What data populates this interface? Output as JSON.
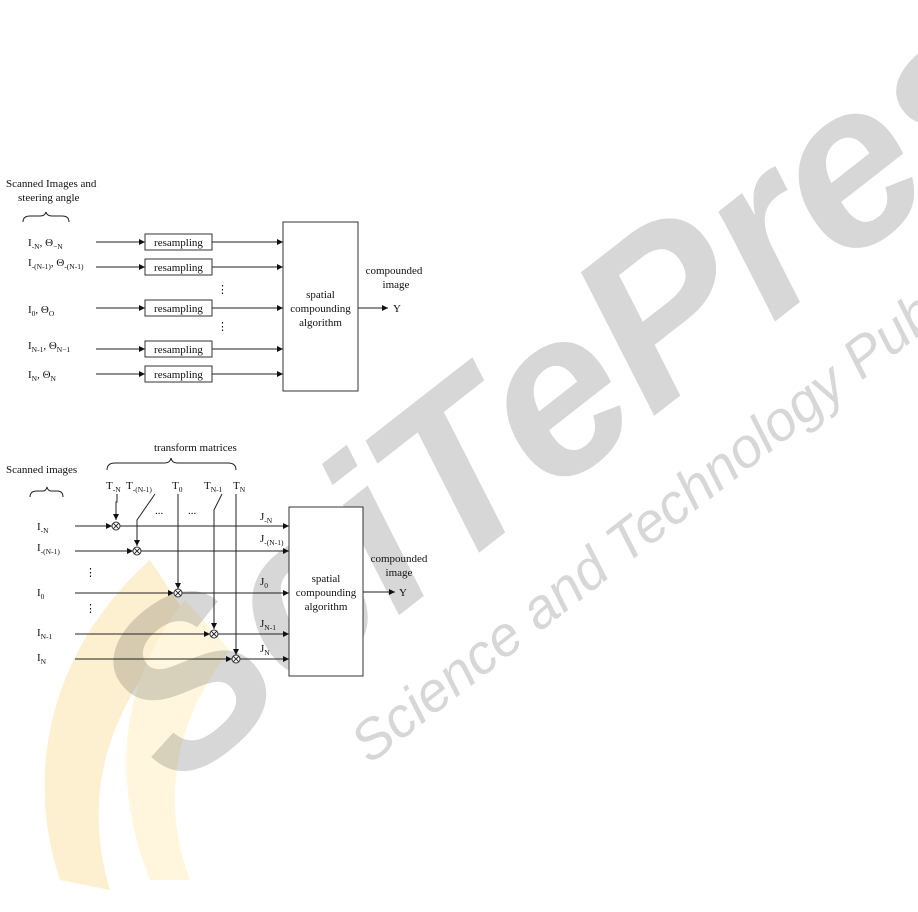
{
  "watermark": {
    "main": "SciTePress",
    "sub": "Science and Technology Publications"
  },
  "diagram1": {
    "heading_line1": "Scanned Images and",
    "heading_line2": "steering angle",
    "rows": [
      {
        "i_base": "I",
        "i_sub": "-N",
        "sep": ", ",
        "theta": "Θ",
        "theta_sub": "−N"
      },
      {
        "i_base": "I",
        "i_sub": "-(N-1)",
        "sep": ", ",
        "theta": "Θ",
        "theta_sub": "-(N-1)"
      },
      {
        "i_base": "I",
        "i_sub": "0",
        "sep": ", ",
        "theta": "Θ",
        "theta_sub": "O"
      },
      {
        "i_base": "I",
        "i_sub": "N-1",
        "sep": ", ",
        "theta": "Θ",
        "theta_sub": "N−1"
      },
      {
        "i_base": "I",
        "i_sub": "N",
        "sep": ", ",
        "theta": "Θ",
        "theta_sub": "N"
      }
    ],
    "resampling_label": "resampling",
    "vdots": "⋮",
    "algorithm_lines": [
      "spatial",
      "compounding",
      "algorithm"
    ],
    "output_lines": [
      "compounded",
      "image"
    ],
    "output_symbol": "Y"
  },
  "diagram2": {
    "heading": "Scanned images",
    "transform_heading": "transform matrices",
    "transforms": [
      {
        "base": "T",
        "sub": "-N"
      },
      {
        "base": "T",
        "sub": "-(N-1)"
      },
      {
        "base": "T",
        "sub": "0"
      },
      {
        "base": "T",
        "sub": "N-1"
      },
      {
        "base": "T",
        "sub": "N"
      }
    ],
    "hdots": "...",
    "inputs": [
      {
        "base": "I",
        "sub": "-N"
      },
      {
        "base": "I",
        "sub": "-(N-1)"
      },
      {
        "base": "I",
        "sub": "0"
      },
      {
        "base": "I",
        "sub": "N-1"
      },
      {
        "base": "I",
        "sub": "N"
      }
    ],
    "outputs": [
      {
        "base": "J",
        "sub": "-N"
      },
      {
        "base": "J",
        "sub": "-(N-1)"
      },
      {
        "base": "J",
        "sub": "0"
      },
      {
        "base": "J",
        "sub": "N-1"
      },
      {
        "base": "J",
        "sub": "N"
      }
    ],
    "vdots": "⋮",
    "algorithm_lines": [
      "spatial",
      "compounding",
      "algorithm"
    ],
    "output_lines": [
      "compounded",
      "image"
    ],
    "output_symbol": "Y"
  }
}
